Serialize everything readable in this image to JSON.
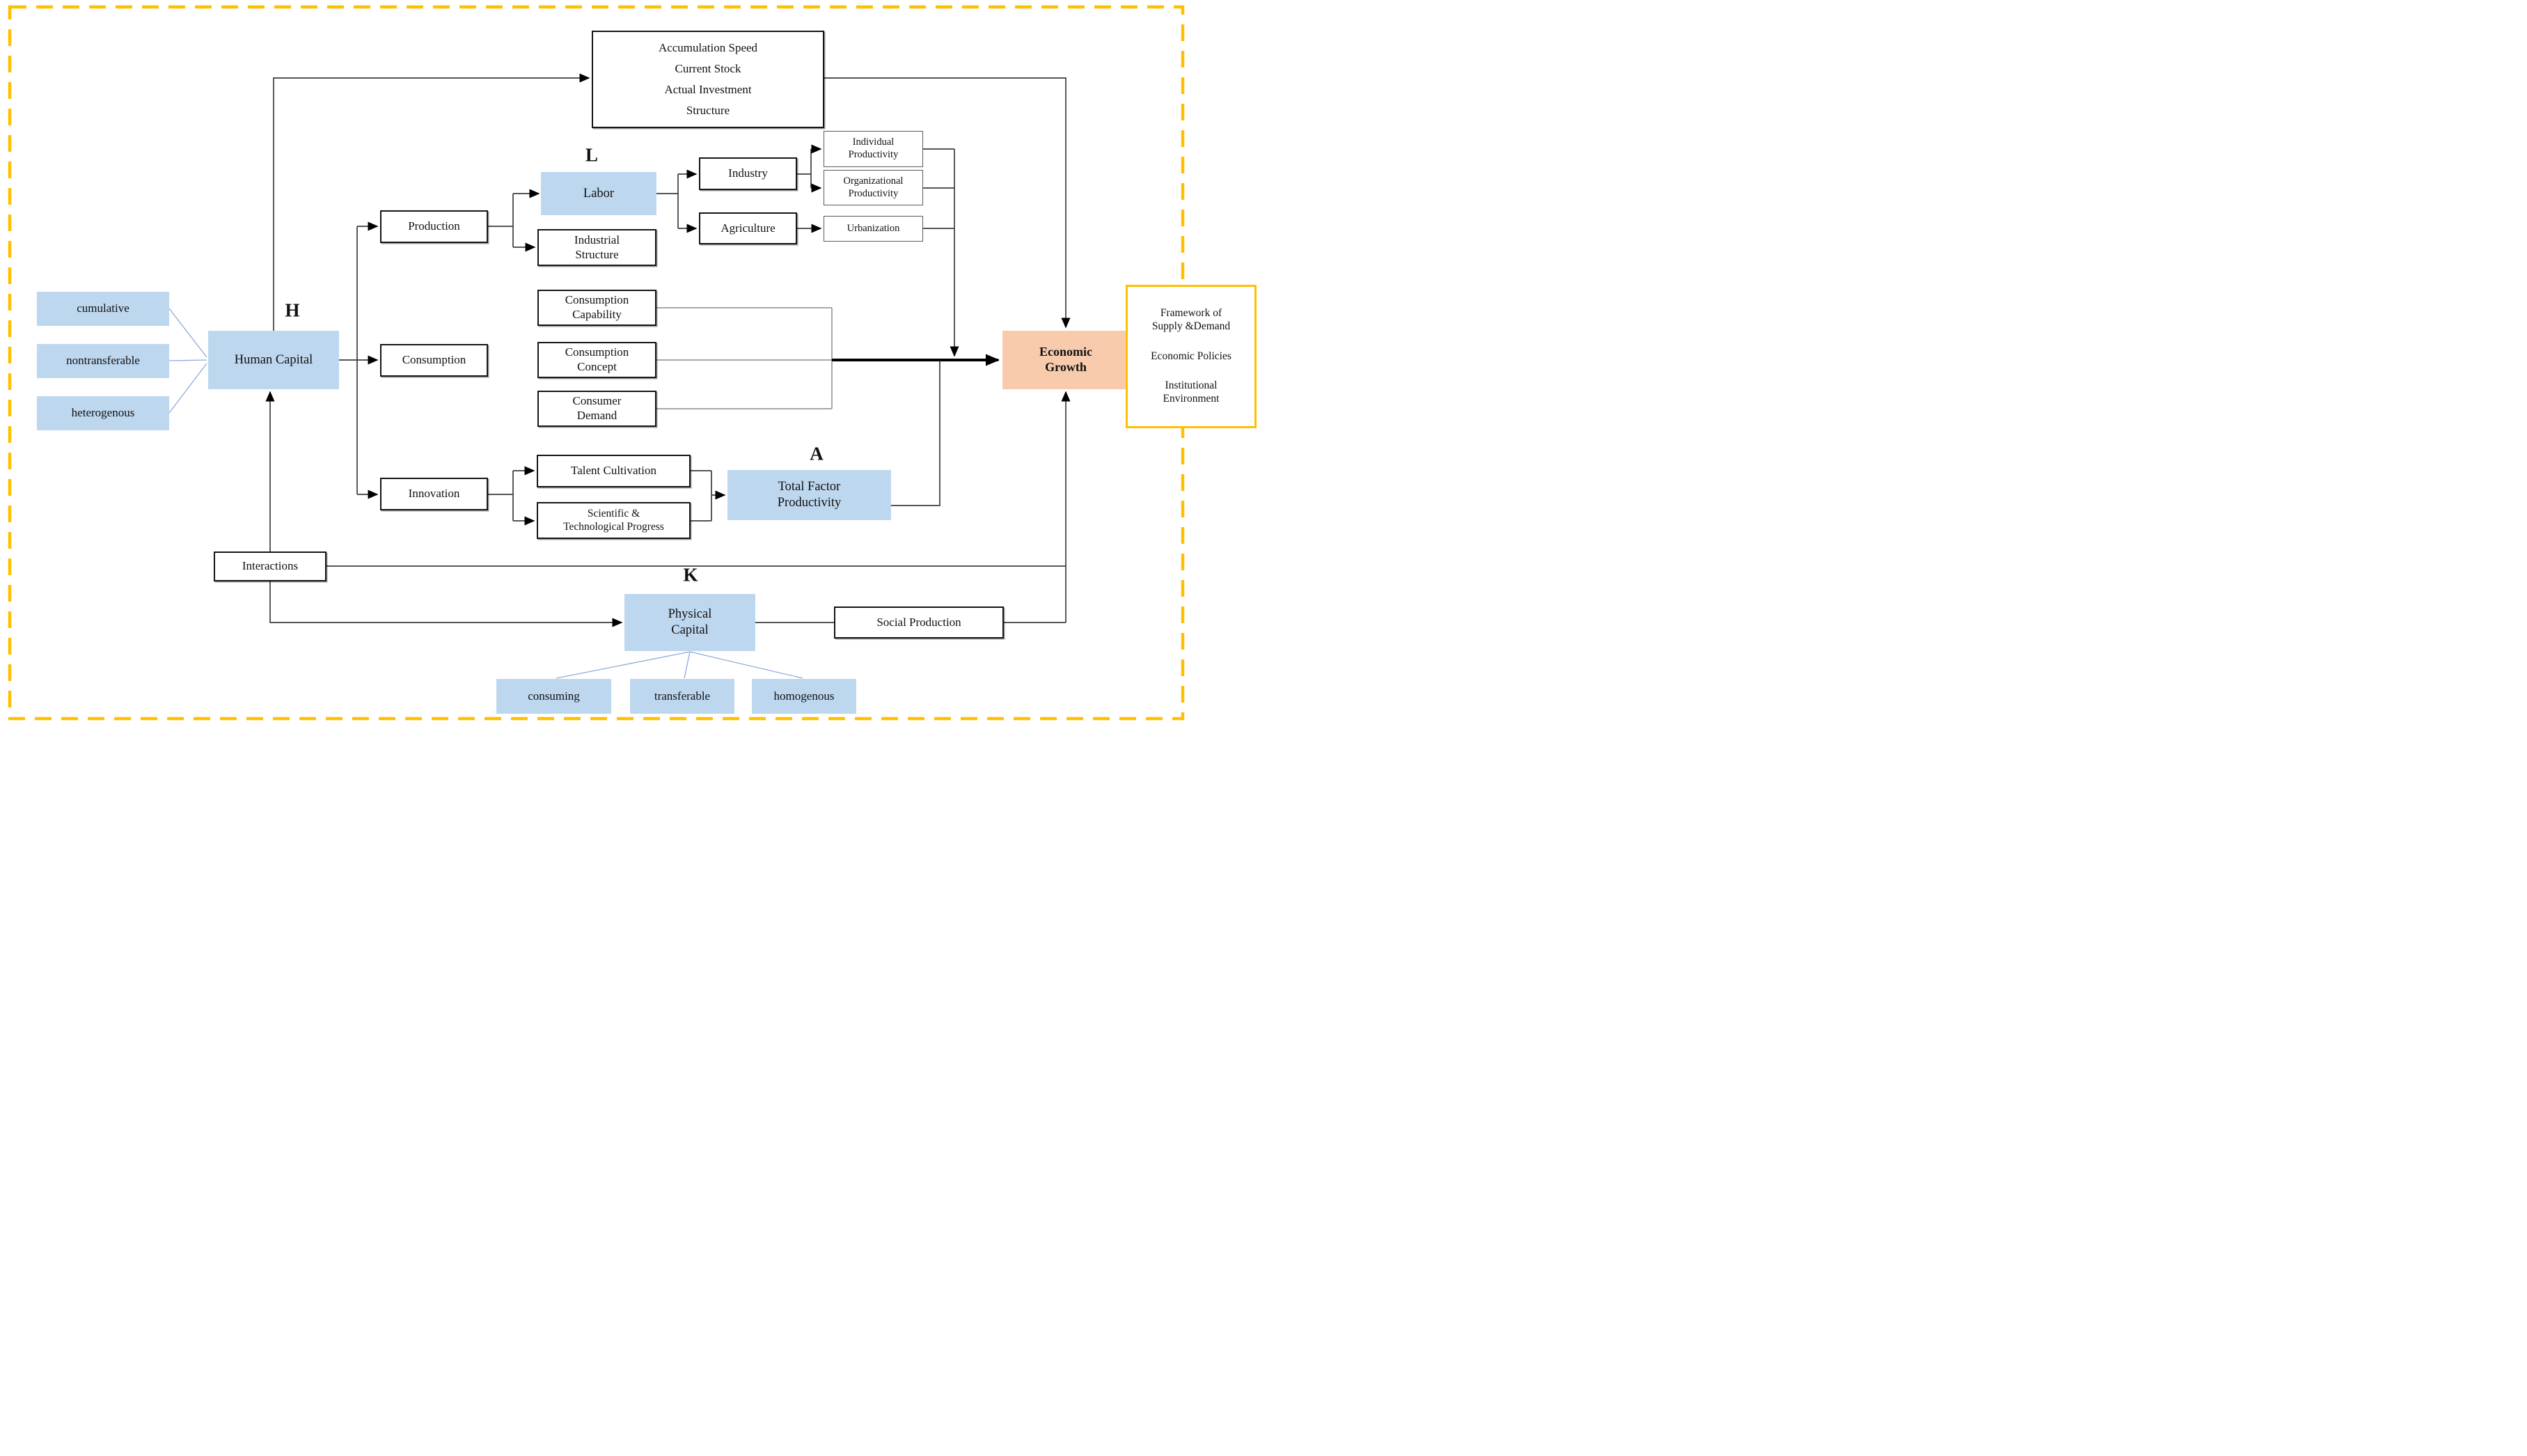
{
  "diagram": {
    "variable_labels": {
      "human_capital": "H",
      "labor": "L",
      "total_factor_productivity": "A",
      "physical_capital": "K"
    },
    "top_box": {
      "lines": [
        "Accumulation Speed",
        "Current Stock",
        "Actual Investment",
        "Structure"
      ]
    },
    "framework_box": {
      "lines": [
        "Framework of\nSupply &Demand",
        "Economic Policies",
        "Institutional\nEnvironment"
      ]
    },
    "nodes": {
      "human_capital": "Human Capital",
      "human_capital_attributes": [
        "cumulative",
        "nontransferable",
        "heterogenous"
      ],
      "production": "Production",
      "labor": "Labor",
      "industrial_structure": "Industrial\nStructure",
      "industry": "Industry",
      "agriculture": "Agriculture",
      "individual_productivity": "Individual\nProductivity",
      "organizational_productivity": "Organizational\nProductivity",
      "urbanization": "Urbanization",
      "consumption": "Consumption",
      "consumption_capability": "Consumption\nCapability",
      "consumption_concept": "Consumption\nConcept",
      "consumer_demand": "Consumer\nDemand",
      "innovation": "Innovation",
      "talent_cultivation": "Talent Cultivation",
      "scientific_technological_progress": "Scientific &\nTechnological Progress",
      "total_factor_productivity": "Total Factor\nProductivity",
      "economic_growth": "Economic\nGrowth",
      "interactions": "Interactions",
      "physical_capital": "Physical\nCapital",
      "physical_capital_attributes": [
        "consuming",
        "transferable",
        "homogenous"
      ],
      "social_production": "Social Production"
    },
    "colors": {
      "node_blue": "#BDD7EE",
      "growth_salmon": "#F8CBAD",
      "accent_yellow": "#FFC000",
      "connector_blue": "#8FAADC"
    }
  }
}
